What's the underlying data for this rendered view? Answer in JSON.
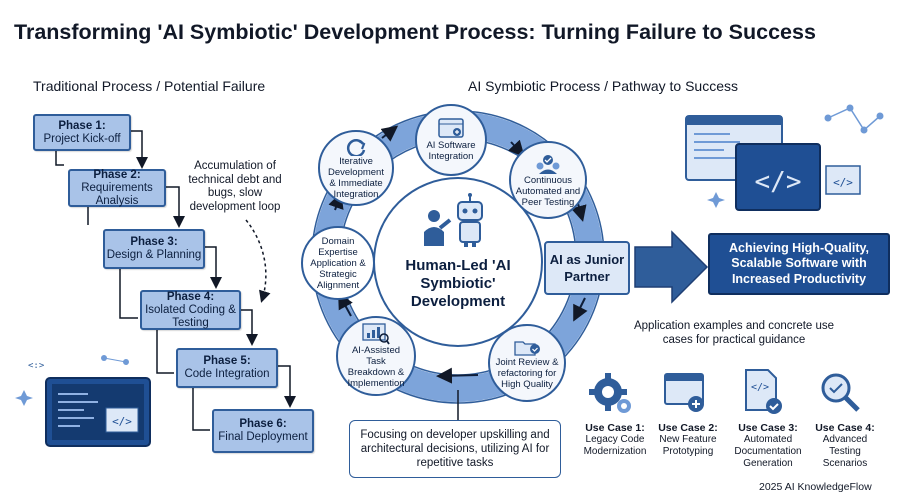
{
  "title": "Transforming 'AI Symbiotic' Development Process: Turning Failure to Success",
  "left_section": {
    "heading": "Traditional Process / Potential Failure",
    "phases": [
      {
        "label": "Phase 1:",
        "text": "Project Kick-off"
      },
      {
        "label": "Phase 2:",
        "text": "Requirements Analysis"
      },
      {
        "label": "Phase 3:",
        "text": "Design & Planning"
      },
      {
        "label": "Phase 4:",
        "text": "Isolated Coding & Testing"
      },
      {
        "label": "Phase 5:",
        "text": "Code Integration"
      },
      {
        "label": "Phase 6:",
        "text": "Final Deployment"
      }
    ],
    "annotation": "Accumulation of technical debt and bugs, slow development loop"
  },
  "right_section": {
    "heading": "AI Symbiotic Process / Pathway to Success",
    "center": "Human-Led 'AI Symbiotic' Development",
    "cycle_nodes": [
      "AI Software Integration",
      "Continuous Automated and Peer Testing",
      "Joint Review & refactoring for High Quality",
      "AI-Assisted Task Breakdown & Implemention",
      "Domain Expertise Application & Strategic Alignment",
      "Iterative Development & Immediate Integration"
    ],
    "junior_partner": "AI as Junior Partner",
    "success": "Achieving High-Quality, Scalable Software with Increased Productivity",
    "focus_note": "Focusing on developer upskilling and architectural decisions, utilizing AI for repetitive tasks",
    "application_note": "Application examples and concrete use cases for practical guidance",
    "use_cases": [
      {
        "label": "Use Case 1:",
        "text": "Legacy Code Modernization",
        "icon": "gear-icon"
      },
      {
        "label": "Use Case 2:",
        "text": "New Feature Prototyping",
        "icon": "browser-plus-icon"
      },
      {
        "label": "Use Case 3:",
        "text": "Automated Documentation Generation",
        "icon": "document-check-icon"
      },
      {
        "label": "Use Case 4:",
        "text": "Advanced Testing Scenarios",
        "icon": "magnifier-icon"
      }
    ]
  },
  "footer": "2025 AI KnowledgeFlow",
  "colors": {
    "accent": "#2f5d9a",
    "box_fill": "#a9c3e8",
    "dark_blue": "#1f4f94",
    "ring": "#6f9ad6"
  }
}
